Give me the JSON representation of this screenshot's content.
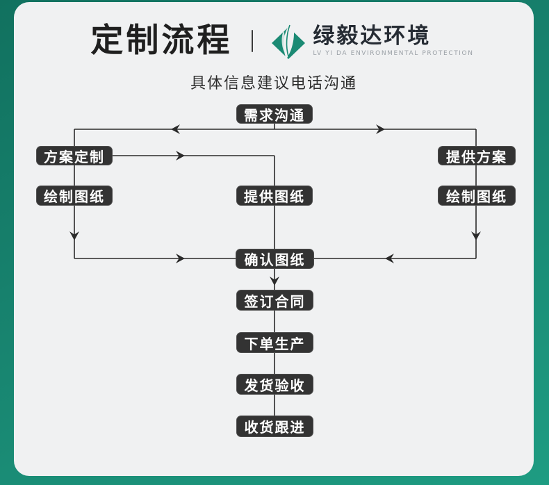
{
  "header": {
    "title": "定制流程",
    "brand": {
      "name": "绿毅达环境",
      "caption": "LV YI DA ENVIRONMENTAL PROTECTION"
    },
    "subtitle": "具体信息建议电话沟通"
  },
  "colors": {
    "frame_teal": "#17816d",
    "card_bg": "#f0f1f2",
    "node_bg": "#333333",
    "node_text": "#ffffff",
    "connector": "#2b2b2b",
    "brand_green": "#1b8a74",
    "title_text": "#1f1f1f"
  },
  "icons": {
    "brand_logo": "leaf-diamond-icon"
  },
  "flow": {
    "nodes": [
      {
        "id": "demand",
        "label": "需求沟通"
      },
      {
        "id": "plan-custom",
        "label": "方案定制"
      },
      {
        "id": "plan-provide",
        "label": "提供方案"
      },
      {
        "id": "draw-left",
        "label": "绘制图纸"
      },
      {
        "id": "draw-center",
        "label": "提供图纸"
      },
      {
        "id": "draw-right",
        "label": "绘制图纸"
      },
      {
        "id": "confirm",
        "label": "确认图纸"
      },
      {
        "id": "contract",
        "label": "签订合同"
      },
      {
        "id": "produce",
        "label": "下单生产"
      },
      {
        "id": "ship",
        "label": "发货验收"
      },
      {
        "id": "receive",
        "label": "收货跟进"
      }
    ],
    "edges": [
      {
        "from": "demand",
        "to": "plan-custom",
        "arrow": "left"
      },
      {
        "from": "demand",
        "to": "plan-provide",
        "arrow": "right"
      },
      {
        "from": "plan-custom",
        "to": "draw-center",
        "arrow": "right"
      },
      {
        "from": "plan-custom",
        "to": "draw-left",
        "arrow": "down"
      },
      {
        "from": "plan-provide",
        "to": "draw-right",
        "arrow": "down"
      },
      {
        "from": "draw-left",
        "to": "confirm",
        "arrow": "right"
      },
      {
        "from": "draw-right",
        "to": "confirm",
        "arrow": "left"
      },
      {
        "from": "draw-center",
        "to": "confirm",
        "arrow": "none"
      },
      {
        "from": "confirm",
        "to": "contract",
        "arrow": "down"
      },
      {
        "from": "contract",
        "to": "produce",
        "arrow": "none"
      },
      {
        "from": "produce",
        "to": "ship",
        "arrow": "none"
      },
      {
        "from": "ship",
        "to": "receive",
        "arrow": "none"
      }
    ]
  }
}
